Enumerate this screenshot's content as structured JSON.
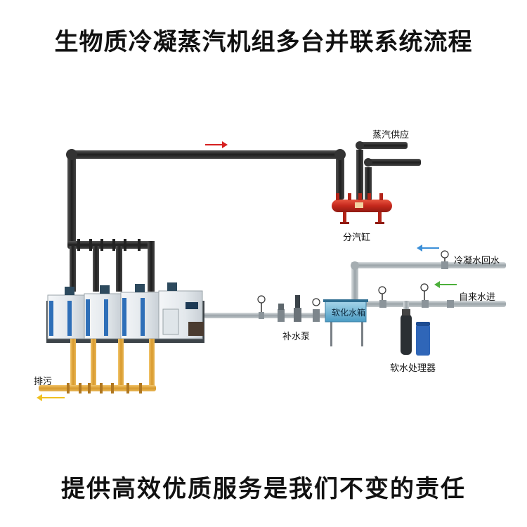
{
  "title": "生物质冷凝蒸汽机组多台并联系统流程",
  "footer": "提供高效优质服务是我们不变的责任",
  "labels": {
    "steam_supply": "蒸汽供应",
    "manifold": "分汽缸",
    "condensate_return": "冷凝水回水",
    "tap_water_in": "自来水进",
    "soft_water_tank": "软化水箱",
    "makeup_pump": "补水泵",
    "softener": "软水处理器",
    "blowdown": "排污"
  },
  "colors": {
    "steam_pipe": "#2b2b2b",
    "water_pipe": "#9aa3a8",
    "drain_pipe": "#d89a2e",
    "manifold": "#c4281c",
    "tank": "#6fb5d6",
    "arrow_steam": "#d62020",
    "arrow_return": "#3b8fd8",
    "arrow_tap": "#4caf3a",
    "arrow_drain": "#f0c020"
  }
}
